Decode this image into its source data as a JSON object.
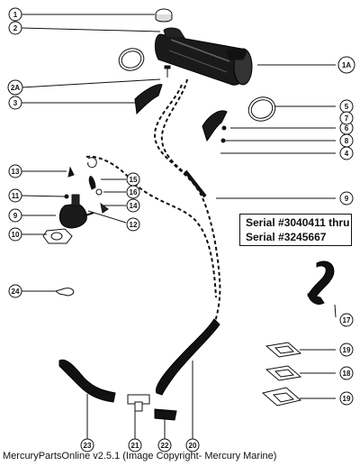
{
  "callouts": [
    {
      "label": "1"
    },
    {
      "label": "1A"
    },
    {
      "label": "2"
    },
    {
      "label": "2A"
    },
    {
      "label": "3"
    },
    {
      "label": "4"
    },
    {
      "label": "5"
    },
    {
      "label": "6"
    },
    {
      "label": "7"
    },
    {
      "label": "8"
    },
    {
      "label": "9"
    },
    {
      "label": "9"
    },
    {
      "label": "10"
    },
    {
      "label": "11"
    },
    {
      "label": "12"
    },
    {
      "label": "13"
    },
    {
      "label": "14"
    },
    {
      "label": "15"
    },
    {
      "label": "16"
    },
    {
      "label": "17"
    },
    {
      "label": "18"
    },
    {
      "label": "19"
    },
    {
      "label": "19"
    },
    {
      "label": "20"
    },
    {
      "label": "21"
    },
    {
      "label": "22"
    },
    {
      "label": "23"
    },
    {
      "label": "24"
    }
  ],
  "serial_box": {
    "line1": "Serial #3040411 thru",
    "line2": "Serial #3245667"
  },
  "footer": {
    "text": "MercuryPartsOnline v2.5.1 (Image Copyright- Mercury Marine)"
  }
}
